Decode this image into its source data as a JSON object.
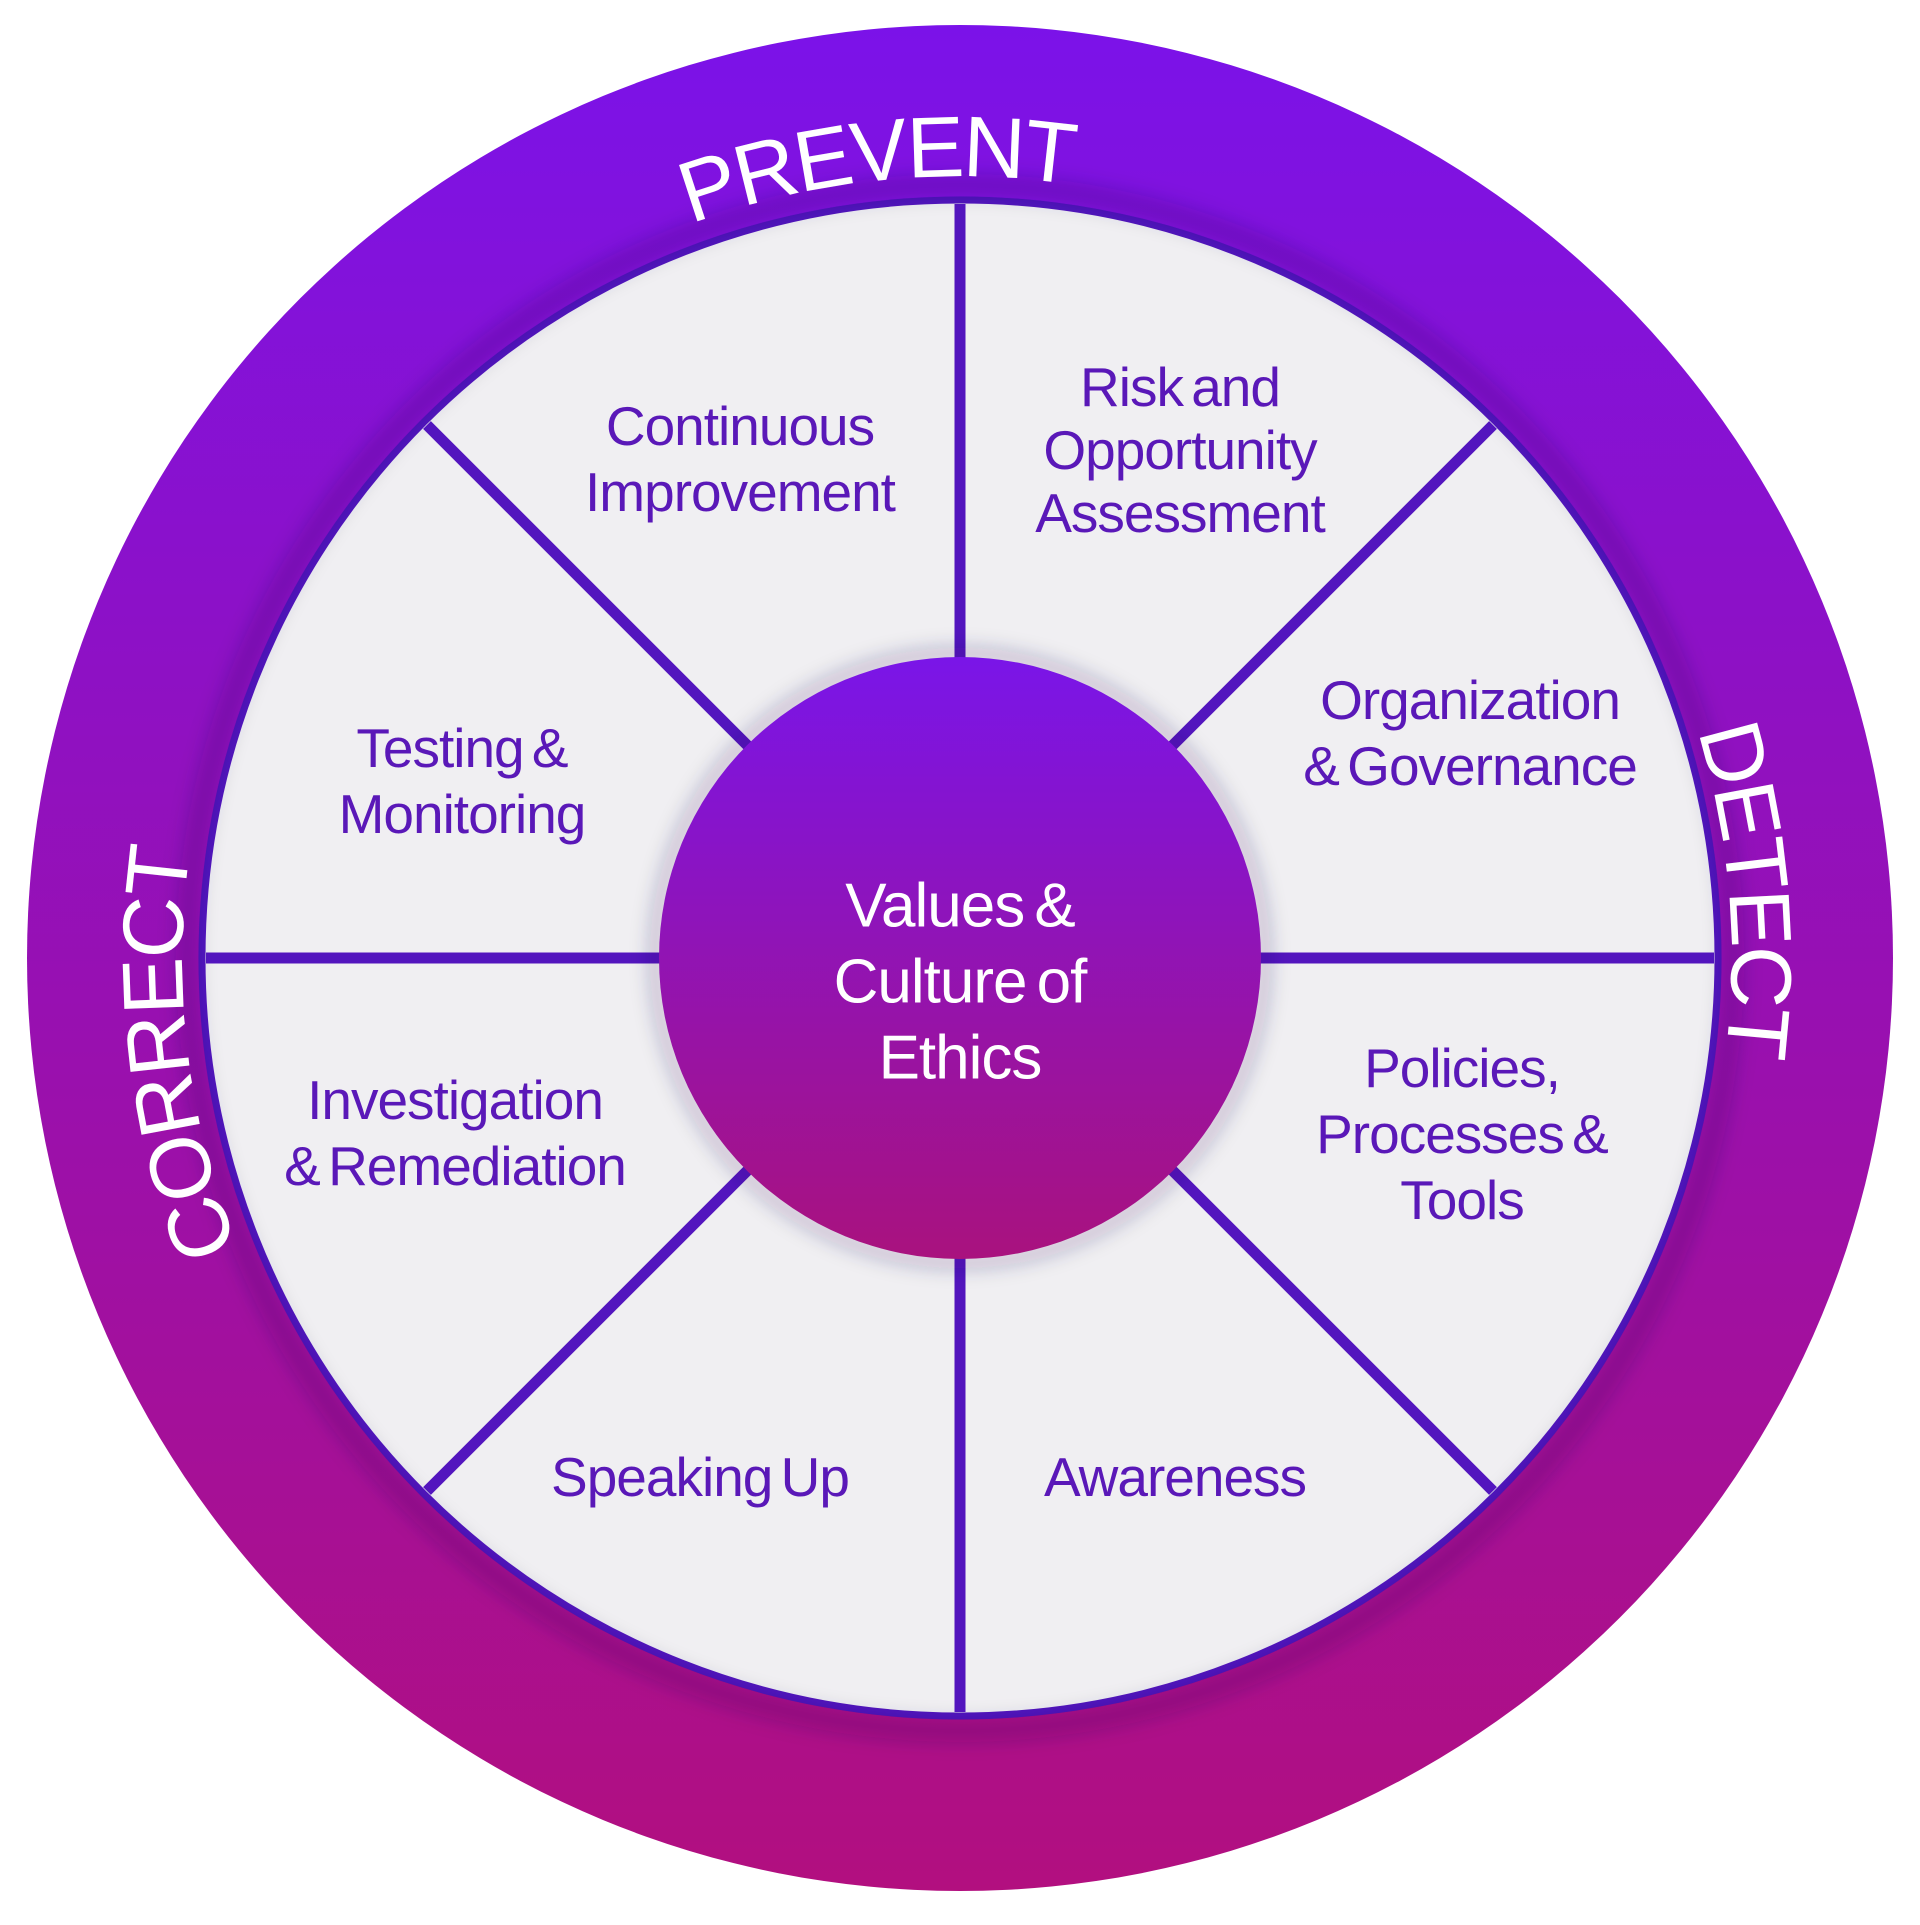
{
  "figure": {
    "type": "wheel-diagram",
    "center": {
      "lines": [
        "Values &",
        "Culture of",
        "Ethics"
      ]
    },
    "ring_labels": {
      "prevent": "PREVENT",
      "detect": "DETECT",
      "correct": "CORRECT"
    },
    "segments": [
      {
        "id": "continuous-improvement",
        "lines": [
          "Continuous",
          "Improvement"
        ]
      },
      {
        "id": "risk-opportunity-assessment",
        "lines": [
          "Risk and",
          "Opportunity",
          "Assessment"
        ]
      },
      {
        "id": "organization-governance",
        "lines": [
          "Organization",
          "& Governance"
        ]
      },
      {
        "id": "policies-processes-tools",
        "lines": [
          "Policies,",
          "Processes &",
          "Tools"
        ]
      },
      {
        "id": "awareness",
        "lines": [
          "Awareness"
        ]
      },
      {
        "id": "speaking-up",
        "lines": [
          "Speaking Up"
        ]
      },
      {
        "id": "investigation-remediation",
        "lines": [
          "Investigation",
          "& Remediation"
        ]
      },
      {
        "id": "testing-monitoring",
        "lines": [
          "Testing &",
          "Monitoring"
        ]
      }
    ],
    "colors": {
      "ring_gradient_top": "#7B12E9",
      "ring_gradient_bottom": "#B20F7F",
      "center_gradient_top": "#7A15E8",
      "center_gradient_bottom": "#A9127E",
      "wheel_background": "#F0EFF2",
      "divider_line": "#5315BE",
      "segment_text": "#5A18B8",
      "ring_text": "#FFFFFF"
    }
  }
}
